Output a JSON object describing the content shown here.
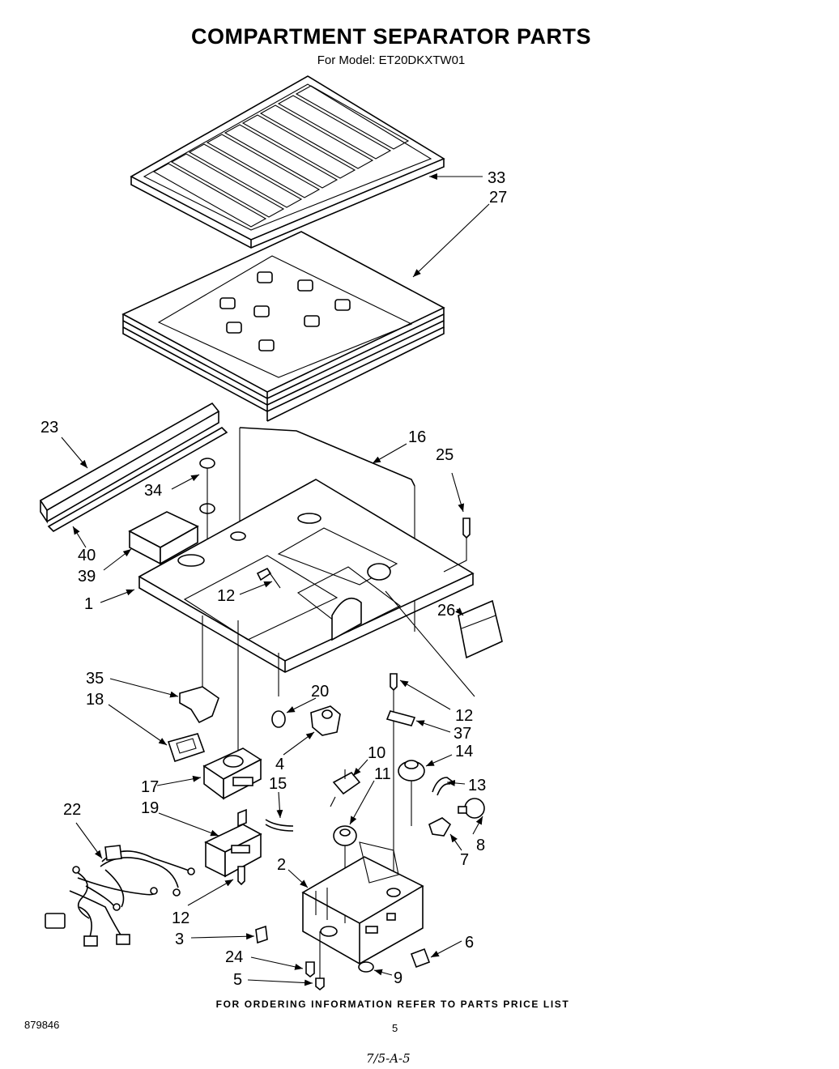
{
  "title": "COMPARTMENT SEPARATOR PARTS",
  "model_line": "For Model: ET20DKXTW01",
  "ordering_note": "FOR ORDERING INFORMATION REFER TO PARTS PRICE LIST",
  "doc_number": "879846",
  "page_number": "5",
  "handwritten_code": "7/5-A-5",
  "callouts": {
    "c33": "33",
    "c27": "27",
    "c23": "23",
    "c16": "16",
    "c25": "25",
    "c34": "34",
    "c40": "40",
    "c39": "39",
    "c12a": "12",
    "c1": "1",
    "c26": "26",
    "c35": "35",
    "c18": "18",
    "c20": "20",
    "c12b": "12",
    "c37": "37",
    "c4": "4",
    "c10": "10",
    "c14": "14",
    "c15": "15",
    "c11": "11",
    "c13": "13",
    "c17": "17",
    "c22": "22",
    "c19": "19",
    "c8": "8",
    "c7": "7",
    "c2": "2",
    "c12c": "12",
    "c3": "3",
    "c6": "6",
    "c24": "24",
    "c5": "5",
    "c9": "9"
  }
}
